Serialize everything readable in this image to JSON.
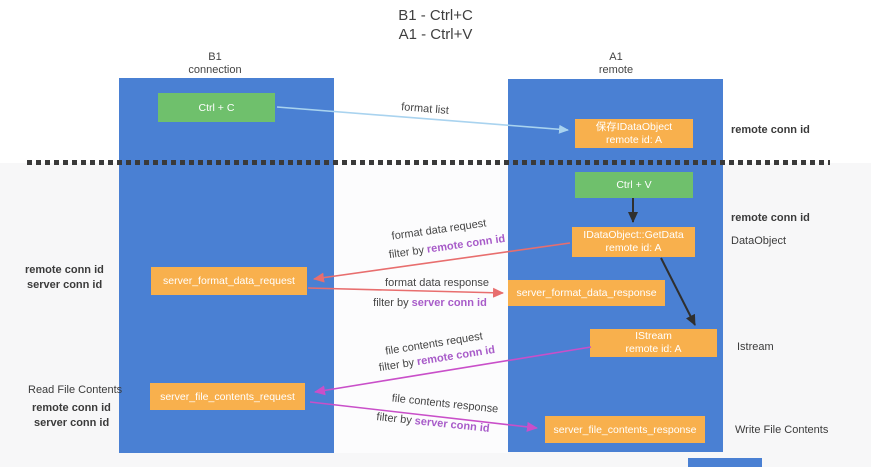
{
  "title": {
    "line1": "B1 - Ctrl+C",
    "line2": "A1 - Ctrl+V"
  },
  "lanes": {
    "left": {
      "name": "B1",
      "role": "connection"
    },
    "right": {
      "name": "A1",
      "role": "remote"
    }
  },
  "boxes": {
    "ctrl_c": "Ctrl + C",
    "ctrl_v": "Ctrl + V",
    "save_dataobject_line1": "保存IDataObject",
    "save_dataobject_line2": "remote id: A",
    "getdata_line1": "IDataObject::GetData",
    "getdata_line2": "remote id: A",
    "istream_line1": "IStream",
    "istream_line2": "remote id: A",
    "server_format_data_request": "server_format_data_request",
    "server_format_data_response": "server_format_data_response",
    "server_file_contents_request": "server_file_contents_request",
    "server_file_contents_response": "server_file_contents_response"
  },
  "labels": {
    "format_list": "format list",
    "format_data_request": "format data request",
    "format_data_response": "format data response",
    "file_contents_request": "file contents request",
    "file_contents_response": "file contents response",
    "filter_by": "filter by",
    "remote_conn_id": "remote conn id",
    "server_conn_id": "server conn id"
  },
  "annotations": {
    "dataobject": "DataObject",
    "istream": "Istream",
    "read_file_contents": "Read File Contents",
    "write_file_contents": "Write File Contents"
  },
  "colors": {
    "lane_blue": "#4a80d3",
    "box_orange": "#f8b04d",
    "box_green": "#6fc06c",
    "text_purple": "#a85cc9",
    "text_green": "#71c380",
    "arrow_red": "#e86e6e",
    "arrow_magenta": "#c94fc9",
    "arrow_lightblue": "#a9d3ef",
    "arrow_black": "#2f2f2f",
    "dash_color": "#3a3a3a"
  }
}
